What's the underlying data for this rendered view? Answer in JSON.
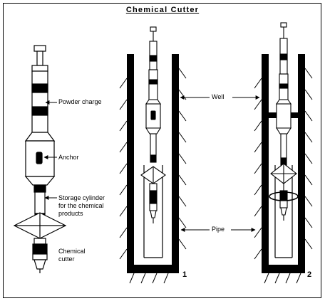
{
  "title": "Chemical Cutter",
  "labels": {
    "powder_charge": "Powder charge",
    "anchor": "Anchor",
    "storage_cylinder": "Storage cylinder\nfor the chemical\nproducts",
    "chemical_cutter": "Chemical\ncutter",
    "well": "Well",
    "pipe": "Pipe"
  },
  "figure_numbers": [
    "1",
    "2"
  ]
}
